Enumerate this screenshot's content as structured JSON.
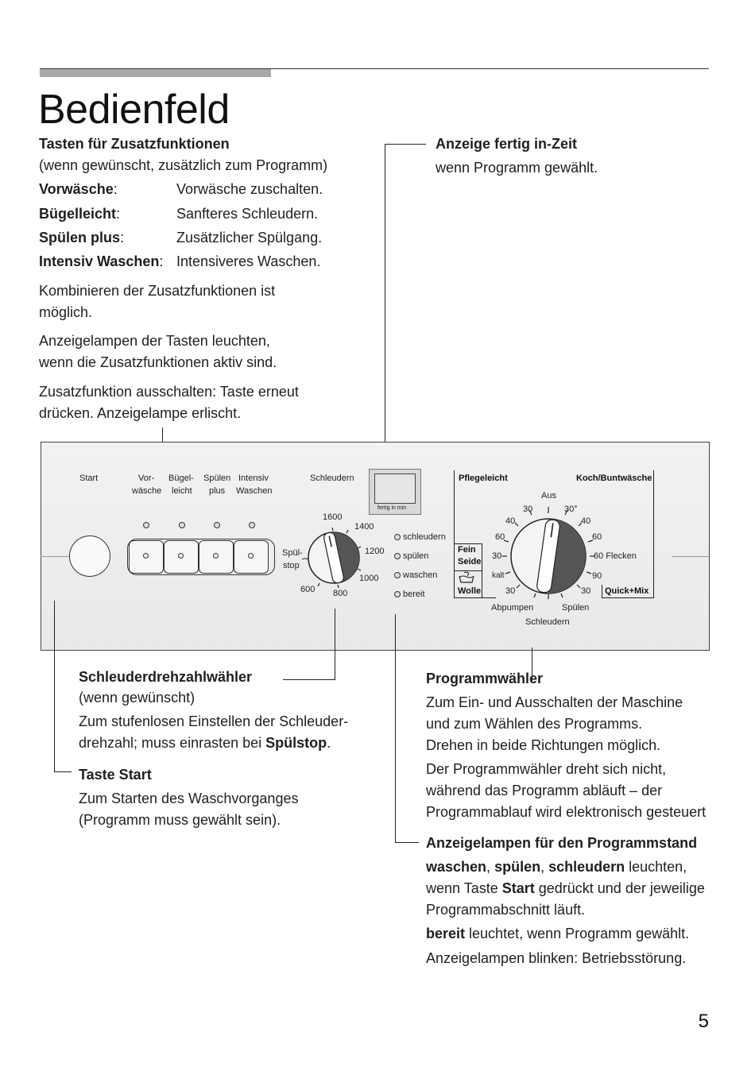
{
  "page": {
    "title": "Bedienfeld",
    "number": "5"
  },
  "zusatz": {
    "heading": "Tasten für Zusatzfunktionen",
    "sub": "(wenn gewünscht, zusätzlich zum Programm)",
    "items": [
      {
        "name": "Vorwäsche",
        "desc": "Vorwäsche zuschalten."
      },
      {
        "name": "Bügelleicht",
        "desc": "Sanfteres Schleudern."
      },
      {
        "name": "Spülen plus",
        "desc": "Zusätzlicher Spülgang."
      },
      {
        "name": "Intensiv Waschen",
        "desc": "Intensiveres Waschen."
      }
    ],
    "p1a": "Kombinieren der Zusatzfunktionen ist",
    "p1b": "möglich.",
    "p2a": "Anzeigelampen der Tasten leuchten,",
    "p2b": "wenn die Zusatzfunktionen aktiv sind.",
    "p3a": "Zusatzfunktion ausschalten: Taste erneut",
    "p3b": "drücken. Anzeigelampe erlischt."
  },
  "fertig": {
    "heading": "Anzeige fertig in-Zeit",
    "text": "wenn Programm gewählt."
  },
  "panel": {
    "start": "Start",
    "vor1": "Vor-",
    "vor2": "wäsche",
    "bue1": "Bügel-",
    "bue2": "leicht",
    "spu1": "Spülen",
    "spu2": "plus",
    "int1": "Intensiv",
    "int2": "Waschen",
    "schleudern": "Schleudern",
    "display_label": "fertig in min",
    "rpm": {
      "r1600": "1600",
      "r1400": "1400",
      "r1200": "1200",
      "r1000": "1000",
      "r800": "800",
      "r600": "600",
      "spuel1": "Spül-",
      "spuel2": "stop"
    },
    "stages": [
      "schleudern",
      "spülen",
      "waschen",
      "bereit"
    ],
    "pflegeleicht": "Pflegeleicht",
    "koch": "Koch/Buntwäsche",
    "aus": "Aus",
    "l30": "30",
    "l40": "40",
    "l60": "60",
    "l30b": "30",
    "lkalt": "kalt",
    "l30c": "30",
    "r30": "30°",
    "r40": "40",
    "r60": "60",
    "r60f": "60 Flecken",
    "r90": "90",
    "r30c": "30",
    "fein": "Fein",
    "seide": "Seide",
    "wolle": "Wolle",
    "quickmix": "Quick+Mix",
    "abpumpen": "Abpumpen",
    "spuelen": "Spülen",
    "schleudern2": "Schleudern"
  },
  "schleuder": {
    "heading": "Schleuderdrehzahlwähler",
    "sub": "(wenn gewünscht)",
    "l1": "Zum stufenlosen Einstellen der Schleuder-",
    "l2a": "drehzahl; muss einrasten bei ",
    "l2b": "Spülstop",
    "l2c": "."
  },
  "taste": {
    "heading": "Taste Start",
    "l1": "Zum Starten des Waschvorganges",
    "l2": "(Programm muss gewählt sein)."
  },
  "programm": {
    "heading": "Programmwähler",
    "l1": "Zum Ein- und Ausschalten der Maschine",
    "l2": "und zum Wählen des Programms.",
    "l3": "Drehen in beide Richtungen möglich.",
    "l4": "Der Programmwähler dreht sich nicht,",
    "l5": "während das Programm abläuft – der",
    "l6": "Programmablauf wird elektronisch gesteuert"
  },
  "lampen": {
    "heading": "Anzeigelampen für den Programmstand",
    "w": "waschen",
    "comma1": ", ",
    "s": "spülen",
    "comma2": ", ",
    "sch": "schleudern",
    "l1end": " leuchten,",
    "l2a": "wenn Taste ",
    "l2b": "Start",
    "l2c": " gedrückt und der jeweilige",
    "l3": "Programmabschnitt läuft.",
    "l4a": "bereit",
    "l4b": " leuchtet, wenn Programm gewählt.",
    "l5": "Anzeigelampen blinken: Betriebsstörung."
  }
}
